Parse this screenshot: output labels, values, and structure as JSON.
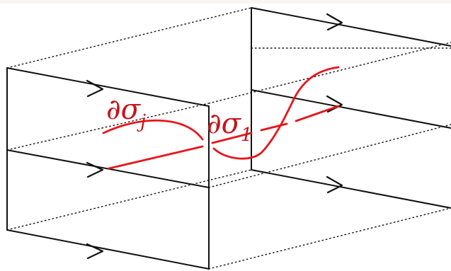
{
  "labels": {
    "boundary_j": {
      "main": "∂σ",
      "sub": "j"
    },
    "boundary_1": {
      "main": "∂σ",
      "sub": "1"
    }
  },
  "colors": {
    "line": "#111111",
    "curve": "#e8151b",
    "label": "#c4151b",
    "background": "#ffffff"
  },
  "icons": {
    "arrow": "arrowhead"
  }
}
